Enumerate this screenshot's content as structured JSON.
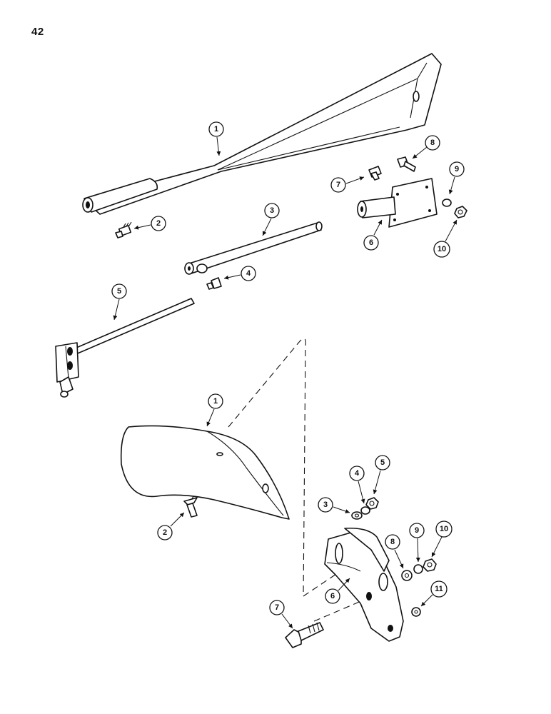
{
  "page": {
    "number": "42"
  },
  "callouts": {
    "top": [
      "1",
      "2",
      "3",
      "4",
      "5",
      "6",
      "7",
      "8",
      "9",
      "10"
    ],
    "bottom": [
      "1",
      "2",
      "3",
      "4",
      "5",
      "6",
      "7",
      "8",
      "9",
      "10",
      "11"
    ]
  }
}
